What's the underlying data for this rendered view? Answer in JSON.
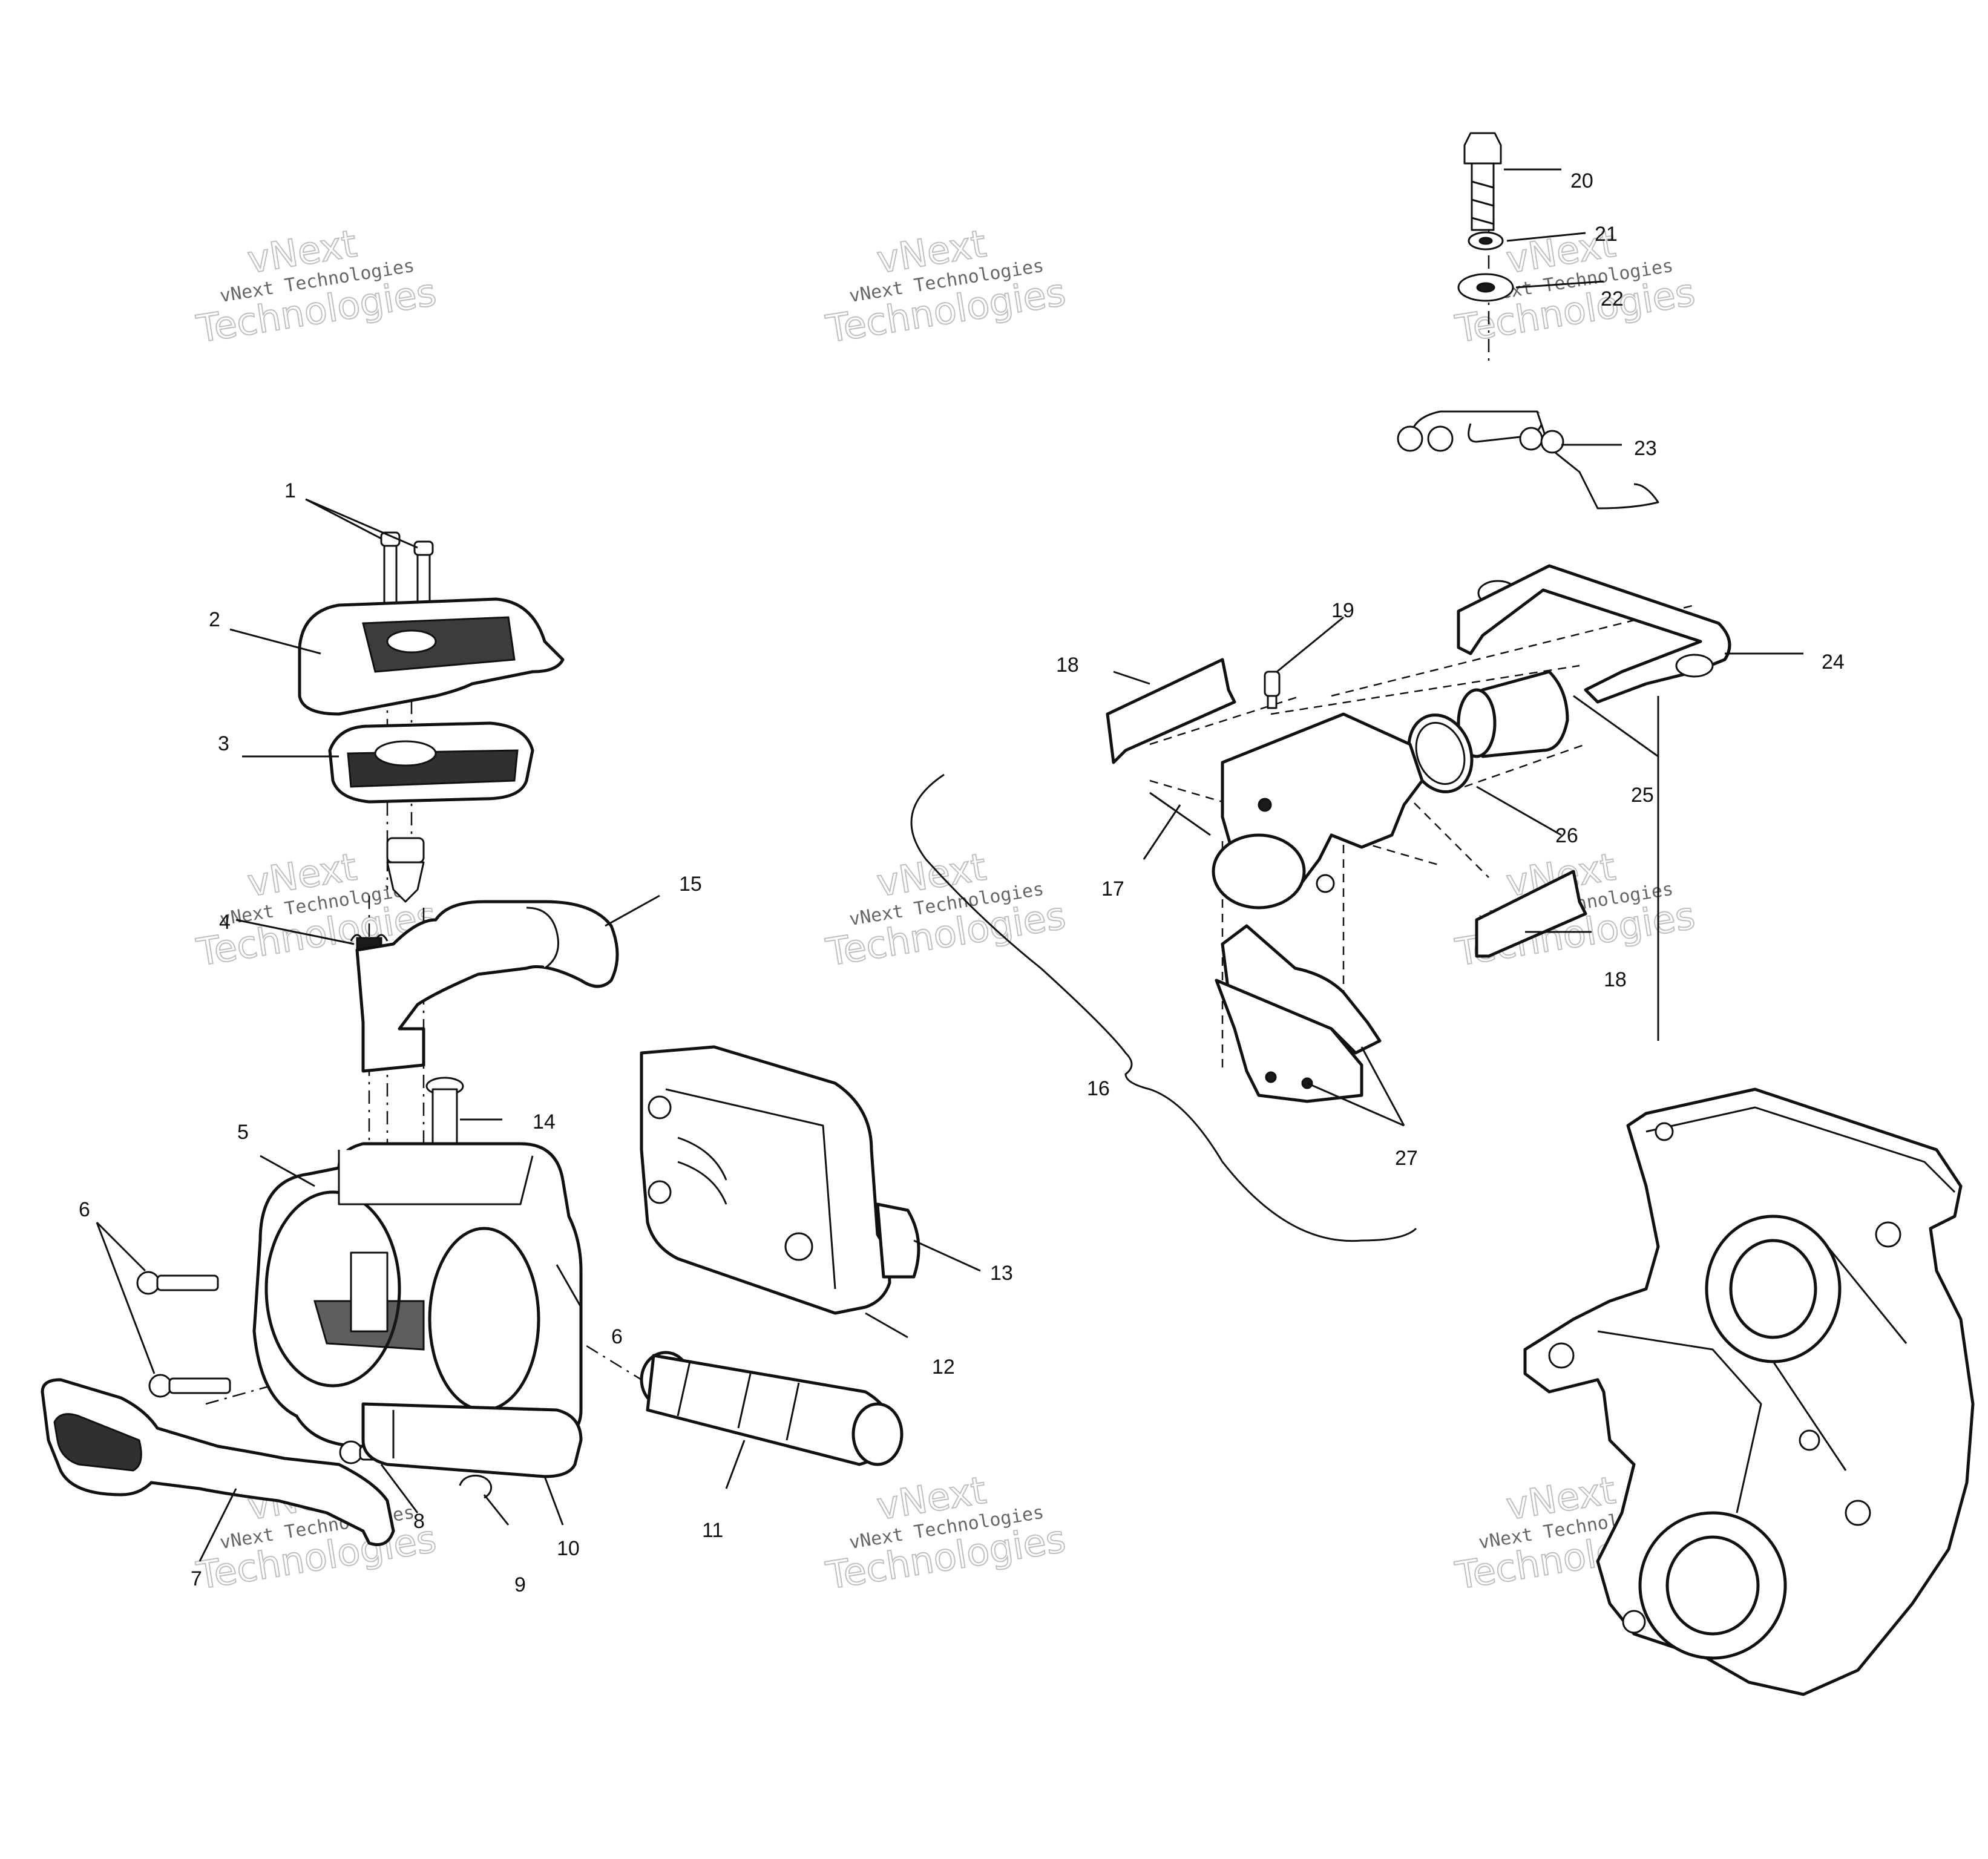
{
  "callouts": [
    {
      "id": "1",
      "text": "1"
    },
    {
      "id": "2",
      "text": "2"
    },
    {
      "id": "3",
      "text": "3"
    },
    {
      "id": "4",
      "text": "4"
    },
    {
      "id": "5",
      "text": "5"
    },
    {
      "id": "6a",
      "text": "6"
    },
    {
      "id": "6b",
      "text": "6"
    },
    {
      "id": "7",
      "text": "7"
    },
    {
      "id": "8",
      "text": "8"
    },
    {
      "id": "9",
      "text": "9"
    },
    {
      "id": "10",
      "text": "10"
    },
    {
      "id": "11",
      "text": "11"
    },
    {
      "id": "12",
      "text": "12"
    },
    {
      "id": "13",
      "text": "13"
    },
    {
      "id": "14",
      "text": "14"
    },
    {
      "id": "15",
      "text": "15"
    },
    {
      "id": "16",
      "text": "16"
    },
    {
      "id": "17",
      "text": "17"
    },
    {
      "id": "18a",
      "text": "18"
    },
    {
      "id": "18b",
      "text": "18"
    },
    {
      "id": "19",
      "text": "19"
    },
    {
      "id": "20",
      "text": "20"
    },
    {
      "id": "21",
      "text": "21"
    },
    {
      "id": "22",
      "text": "22"
    },
    {
      "id": "23",
      "text": "23"
    },
    {
      "id": "24",
      "text": "24"
    },
    {
      "id": "25",
      "text": "25"
    },
    {
      "id": "26",
      "text": "26"
    },
    {
      "id": "27",
      "text": "27"
    }
  ],
  "watermark": {
    "line1": "vNext",
    "line2": "vNext Technologies",
    "line3": "Technologies"
  }
}
